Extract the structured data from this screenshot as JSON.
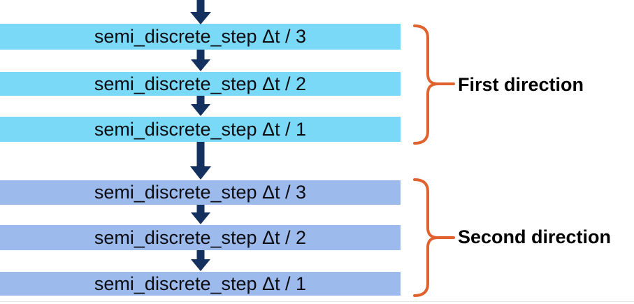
{
  "diagram": {
    "groups": [
      {
        "label": "First direction",
        "steps": [
          "semi_discrete_step Δt / 3",
          "semi_discrete_step Δt / 2",
          "semi_discrete_step Δt / 1"
        ]
      },
      {
        "label": "Second direction",
        "steps": [
          "semi_discrete_step Δt / 3",
          "semi_discrete_step Δt / 2",
          "semi_discrete_step Δt / 1"
        ]
      }
    ],
    "colors": {
      "first_group_box": "#7AD9F7",
      "second_group_box": "#9CBAEC",
      "arrow": "#14305F",
      "brace": "#E0622F",
      "box_text": "#0D0D12",
      "label_text": "#000000",
      "background": "#FFFFFF"
    }
  }
}
